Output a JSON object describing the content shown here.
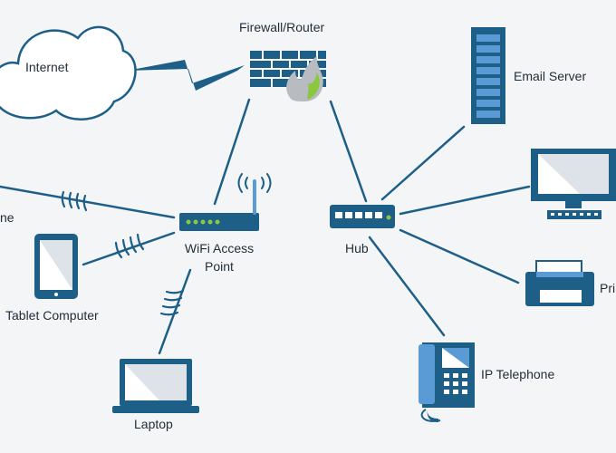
{
  "diagram": {
    "nodes": {
      "internet": {
        "label": "Internet",
        "icon": "cloud-icon"
      },
      "firewall": {
        "label": "Firewall/Router",
        "icon": "firewall-icon"
      },
      "email_server": {
        "label": "Email Server",
        "icon": "server-icon"
      },
      "desktop": {
        "label": "",
        "icon": "monitor-icon"
      },
      "phone": {
        "label": "ne",
        "icon": "phone-icon"
      },
      "wifi_ap": {
        "label_line1": "WiFi Access",
        "label_line2": "Point",
        "icon": "wifi-router-icon"
      },
      "hub": {
        "label": "Hub",
        "icon": "hub-icon"
      },
      "tablet": {
        "label": "Tablet Computer",
        "icon": "tablet-icon"
      },
      "printer": {
        "label": "Pri",
        "icon": "printer-icon"
      },
      "laptop": {
        "label": "Laptop",
        "icon": "laptop-icon"
      },
      "ip_telephone": {
        "label": "IP Telephone",
        "icon": "ip-telephone-icon"
      }
    },
    "colors": {
      "line": "#1e5f88",
      "device_dark": "#1e5f88",
      "device_light": "#5b9bd5",
      "screen": "#ffffff",
      "flame_green": "#8dc63f",
      "flame_gray": "#b8bcc0",
      "led_green": "#8dc63f",
      "background": "#f4f5f6"
    }
  }
}
